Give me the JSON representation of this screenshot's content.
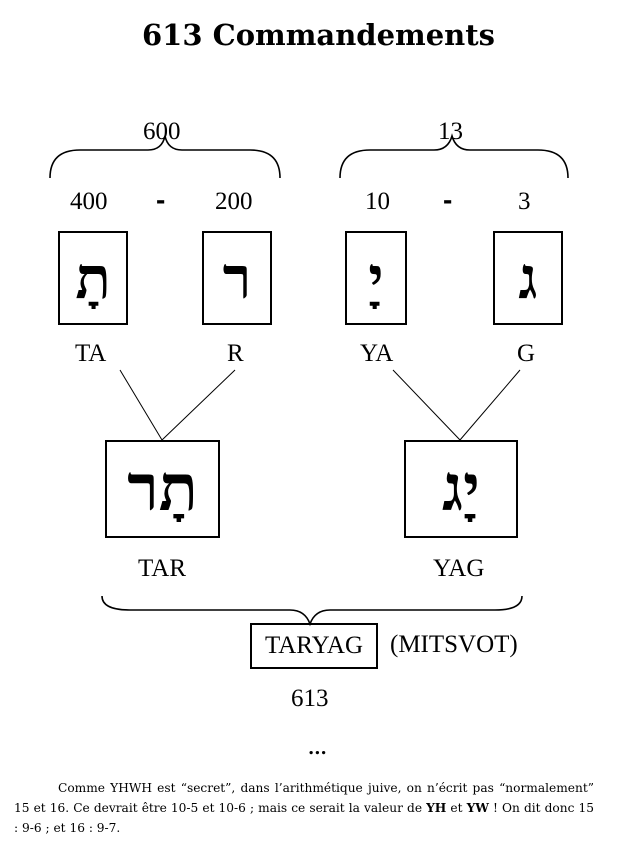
{
  "title": "613 Commandements",
  "groups": [
    {
      "total": "600",
      "values": [
        "400",
        "200"
      ]
    },
    {
      "total": "13",
      "values": [
        "10",
        "3"
      ]
    }
  ],
  "dash": "-",
  "letters": [
    "תָ",
    "ר",
    "יָ",
    "ג"
  ],
  "letter_labels": [
    "TA",
    "R",
    "YA",
    "G"
  ],
  "words": [
    "תָר",
    "יָג"
  ],
  "word_labels": [
    "TAR",
    "YAG"
  ],
  "result": {
    "word": "TARYAG",
    "paren": "(MITSVOT)",
    "value": "613"
  },
  "ellipsis": "...",
  "note": {
    "part1": "Comme YHWH est “secret”, dans l’arithmétique juive, on n’écrit pas “normalement” 15 et 16. Ce devrait être 10-5 et 10-6 ; mais ce serait la valeur de ",
    "yh": "YH",
    "et": " et ",
    "yw": "YW",
    "part2": " ! On dit donc 15 : 9-6 ; et 16 : 9-7."
  }
}
